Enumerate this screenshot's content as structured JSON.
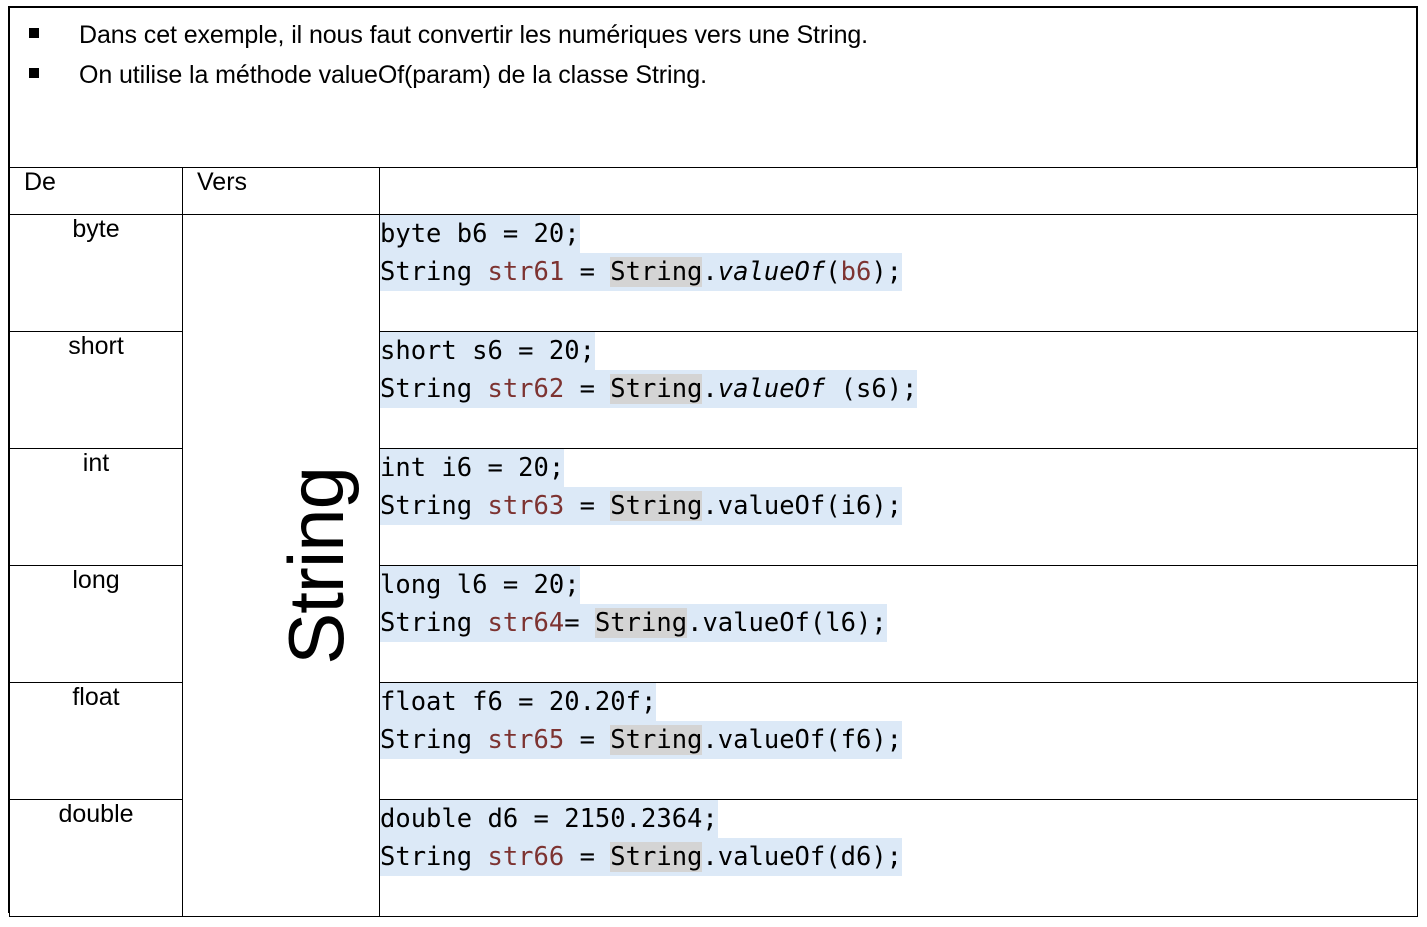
{
  "slide": {
    "bullets": [
      "Dans cet exemple, il nous faut convertir les numériques vers une String.",
      "On utilise la méthode valueOf(param) de la classe String."
    ]
  },
  "table": {
    "headers": {
      "from": "De",
      "to": "Vers",
      "code": ""
    },
    "vertical_label": "String",
    "header_bg": "#bdd2e9",
    "code_bg": "#dce9f7",
    "class_highlight_bg": "#d4d4d4",
    "variable_color": "#7d3331",
    "rows": [
      {
        "from": "byte",
        "code": {
          "line1": {
            "decl": "byte b6 = 20;"
          },
          "line2": {
            "pre": "String ",
            "var": "str61",
            "mid": " = ",
            "cls": "String",
            "dot": ".",
            "method": "valueOf",
            "method_italic": true,
            "open": "(",
            "arg": "b6",
            "arg_is_var": true,
            "close": ");"
          }
        }
      },
      {
        "from": "short",
        "code": {
          "line1": {
            "decl": "short s6 = 20;"
          },
          "line2": {
            "pre": "String ",
            "var": "str62",
            "mid": " = ",
            "cls": "String",
            "dot": ".",
            "method": "valueOf",
            "method_italic": true,
            "open": " (",
            "arg": "s6",
            "arg_is_var": false,
            "close": ");"
          }
        }
      },
      {
        "from": "int",
        "code": {
          "line1": {
            "decl": "int i6 = 20;"
          },
          "line2": {
            "pre": "String ",
            "var": "str63",
            "mid": " = ",
            "cls": "String",
            "dot": ".",
            "method": "valueOf",
            "method_italic": false,
            "open": "(",
            "arg": "i6",
            "arg_is_var": false,
            "close": ");"
          }
        }
      },
      {
        "from": "long",
        "code": {
          "line1": {
            "decl": "long l6 = 20;"
          },
          "line2": {
            "pre": "String ",
            "var": "str64",
            "mid": "= ",
            "cls": "String",
            "dot": ".",
            "method": "valueOf",
            "method_italic": false,
            "open": "(",
            "arg": "l6",
            "arg_is_var": false,
            "close": ");"
          }
        }
      },
      {
        "from": "float",
        "code": {
          "line1": {
            "decl": "float f6 = 20.20f;"
          },
          "line2": {
            "pre": "String ",
            "var": "str65",
            "mid": " = ",
            "cls": "String",
            "dot": ".",
            "method": "valueOf",
            "method_italic": false,
            "open": "(",
            "arg": "f6",
            "arg_is_var": false,
            "close": ");"
          }
        }
      },
      {
        "from": "double",
        "code": {
          "line1": {
            "decl": "double d6 = 2150.2364;"
          },
          "line2": {
            "pre": "String ",
            "var": "str66",
            "mid": " = ",
            "cls": "String",
            "dot": ".",
            "method": "valueOf",
            "method_italic": false,
            "open": "(",
            "arg": "d6",
            "arg_is_var": false,
            "close": ");"
          }
        }
      }
    ]
  }
}
